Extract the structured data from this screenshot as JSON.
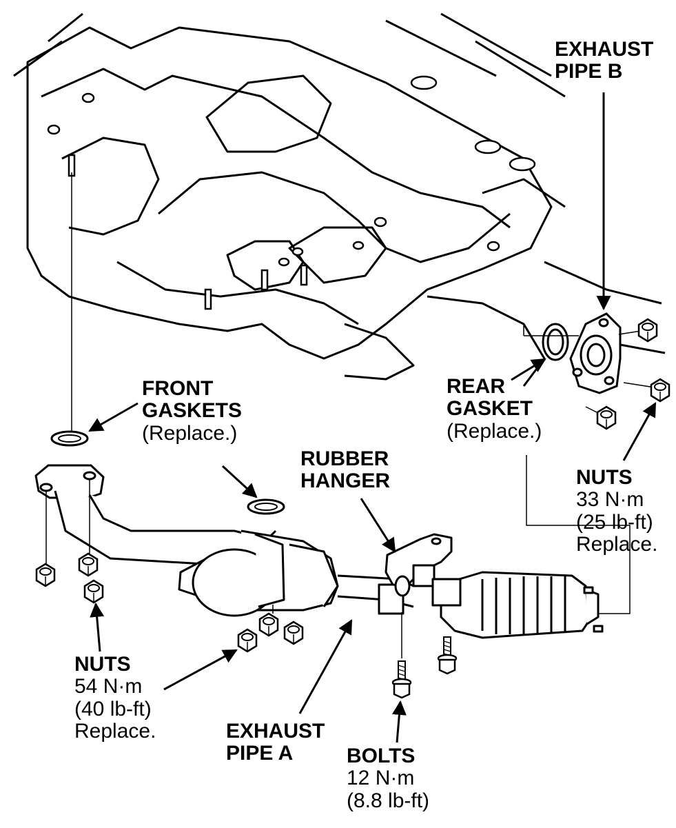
{
  "colors": {
    "ink": "#000000",
    "paper": "#ffffff",
    "part_fill": "#d9d9d9"
  },
  "callouts": {
    "exhaust_pipe_b": {
      "line1": "EXHAUST",
      "line2": "PIPE B"
    },
    "front_gaskets": {
      "line1": "FRONT",
      "line2": "GASKETS",
      "note": "(Replace.)"
    },
    "rear_gasket": {
      "line1": "REAR",
      "line2": "GASKET",
      "note": "(Replace.)"
    },
    "rubber_hanger": {
      "line1": "RUBBER",
      "line2": "HANGER"
    },
    "nuts_rear": {
      "title": "NUTS",
      "torque_nm": "33 N·m",
      "torque_lbft": "(25 lb-ft)",
      "note": "Replace."
    },
    "nuts_front": {
      "title": "NUTS",
      "torque_nm": "54 N·m",
      "torque_lbft": "(40 lb-ft)",
      "note": "Replace."
    },
    "exhaust_pipe_a": {
      "line1": "EXHAUST",
      "line2": "PIPE A"
    },
    "bolts": {
      "title": "BOLTS",
      "torque_nm": "12 N·m",
      "torque_lbft": "(8.8 lb-ft)"
    }
  }
}
